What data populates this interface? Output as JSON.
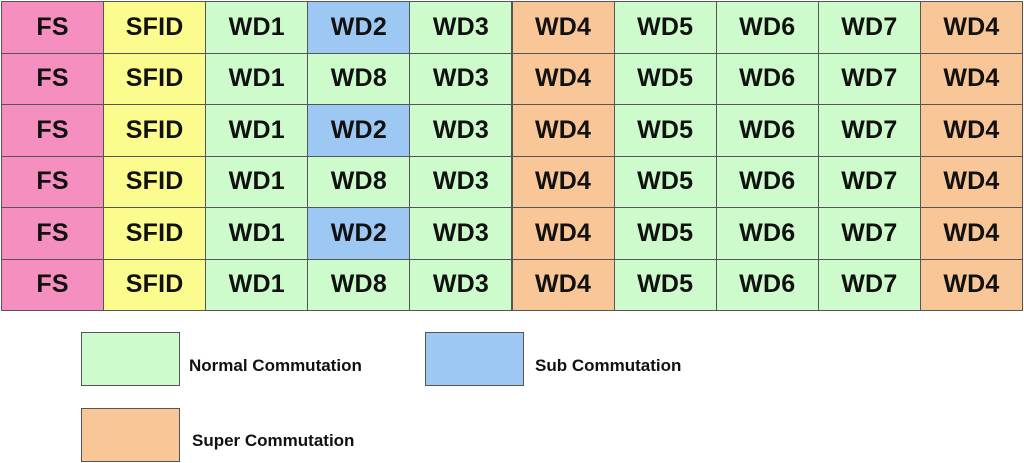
{
  "colors": {
    "fs": "#f48fbf",
    "sfid": "#fcfc8e",
    "normal": "#cdfbcb",
    "sub": "#9ec8f4",
    "super": "#f9c698"
  },
  "frame": {
    "rows": [
      [
        {
          "label": "FS",
          "kind": "fs"
        },
        {
          "label": "SFID",
          "kind": "sfid"
        },
        {
          "label": "WD1",
          "kind": "normal"
        },
        {
          "label": "WD2",
          "kind": "sub"
        },
        {
          "label": "WD3",
          "kind": "normal"
        },
        {
          "label": "WD4",
          "kind": "super"
        },
        {
          "label": "WD5",
          "kind": "normal"
        },
        {
          "label": "WD6",
          "kind": "normal"
        },
        {
          "label": "WD7",
          "kind": "normal"
        },
        {
          "label": "WD4",
          "kind": "super"
        }
      ],
      [
        {
          "label": "FS",
          "kind": "fs"
        },
        {
          "label": "SFID",
          "kind": "sfid"
        },
        {
          "label": "WD1",
          "kind": "normal"
        },
        {
          "label": "WD8",
          "kind": "normal"
        },
        {
          "label": "WD3",
          "kind": "normal"
        },
        {
          "label": "WD4",
          "kind": "super"
        },
        {
          "label": "WD5",
          "kind": "normal"
        },
        {
          "label": "WD6",
          "kind": "normal"
        },
        {
          "label": "WD7",
          "kind": "normal"
        },
        {
          "label": "WD4",
          "kind": "super"
        }
      ],
      [
        {
          "label": "FS",
          "kind": "fs"
        },
        {
          "label": "SFID",
          "kind": "sfid"
        },
        {
          "label": "WD1",
          "kind": "normal"
        },
        {
          "label": "WD2",
          "kind": "sub"
        },
        {
          "label": "WD3",
          "kind": "normal"
        },
        {
          "label": "WD4",
          "kind": "super"
        },
        {
          "label": "WD5",
          "kind": "normal"
        },
        {
          "label": "WD6",
          "kind": "normal"
        },
        {
          "label": "WD7",
          "kind": "normal"
        },
        {
          "label": "WD4",
          "kind": "super"
        }
      ],
      [
        {
          "label": "FS",
          "kind": "fs"
        },
        {
          "label": "SFID",
          "kind": "sfid"
        },
        {
          "label": "WD1",
          "kind": "normal"
        },
        {
          "label": "WD8",
          "kind": "normal"
        },
        {
          "label": "WD3",
          "kind": "normal"
        },
        {
          "label": "WD4",
          "kind": "super"
        },
        {
          "label": "WD5",
          "kind": "normal"
        },
        {
          "label": "WD6",
          "kind": "normal"
        },
        {
          "label": "WD7",
          "kind": "normal"
        },
        {
          "label": "WD4",
          "kind": "super"
        }
      ],
      [
        {
          "label": "FS",
          "kind": "fs"
        },
        {
          "label": "SFID",
          "kind": "sfid"
        },
        {
          "label": "WD1",
          "kind": "normal"
        },
        {
          "label": "WD2",
          "kind": "sub"
        },
        {
          "label": "WD3",
          "kind": "normal"
        },
        {
          "label": "WD4",
          "kind": "super"
        },
        {
          "label": "WD5",
          "kind": "normal"
        },
        {
          "label": "WD6",
          "kind": "normal"
        },
        {
          "label": "WD7",
          "kind": "normal"
        },
        {
          "label": "WD4",
          "kind": "super"
        }
      ],
      [
        {
          "label": "FS",
          "kind": "fs"
        },
        {
          "label": "SFID",
          "kind": "sfid"
        },
        {
          "label": "WD1",
          "kind": "normal"
        },
        {
          "label": "WD8",
          "kind": "normal"
        },
        {
          "label": "WD3",
          "kind": "normal"
        },
        {
          "label": "WD4",
          "kind": "super"
        },
        {
          "label": "WD5",
          "kind": "normal"
        },
        {
          "label": "WD6",
          "kind": "normal"
        },
        {
          "label": "WD7",
          "kind": "normal"
        },
        {
          "label": "WD4",
          "kind": "super"
        }
      ]
    ]
  },
  "legend": {
    "normal": "Normal Commutation",
    "sub": "Sub Commutation",
    "super": "Super Commutation"
  }
}
